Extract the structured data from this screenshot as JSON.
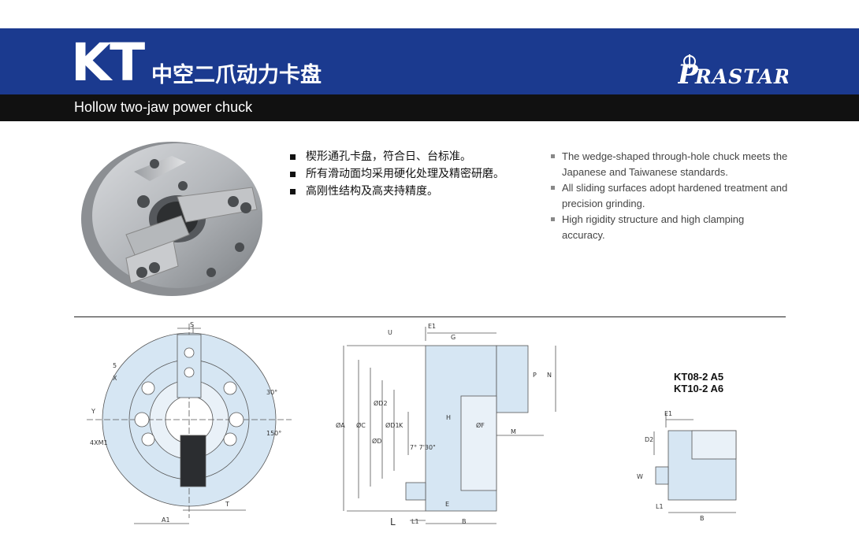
{
  "header": {
    "code": "KT",
    "title_cn": "中空二爪动力卡盘",
    "subtitle_en": "Hollow two-jaw power chuck",
    "brand": "PRASTAR"
  },
  "features_cn": [
    "楔形通孔卡盘，符合日、台标准。",
    "所有滑动面均采用硬化处理及精密研磨。",
    "高刚性结构及高夹持精度。"
  ],
  "features_en": [
    "The wedge-shaped through-hole chuck meets the Japanese and Taiwanese standards.",
    "All sliding surfaces adopt hardened treatment and precision grinding.",
    "High rigidity structure and high clamping accuracy."
  ],
  "front_view": {
    "labels": {
      "s": "S",
      "x": "X",
      "depth": "5",
      "y": "Y",
      "holes": "4XM1",
      "angle30": "30°",
      "angle150": "150°",
      "t": "T",
      "a1": "A1"
    }
  },
  "section_view": {
    "labels": {
      "e1": "E1",
      "u": "U",
      "g": "G",
      "n": "N",
      "p": "P",
      "d2": "ØD2",
      "a": "ØA",
      "c": "ØC",
      "d": "ØD",
      "d1": "ØD1",
      "k": "K",
      "taper": "7° 7'30\"",
      "h": "H",
      "f": "ØF",
      "m": "M",
      "e": "E",
      "l": "L",
      "l1": "L1",
      "b": "B"
    }
  },
  "detail_view": {
    "models": [
      "KT08-2 A5",
      "KT10-2 A6"
    ],
    "labels": {
      "e1": "E1",
      "d2": "D2",
      "l1": "L1",
      "b": "B",
      "w": "W"
    }
  }
}
